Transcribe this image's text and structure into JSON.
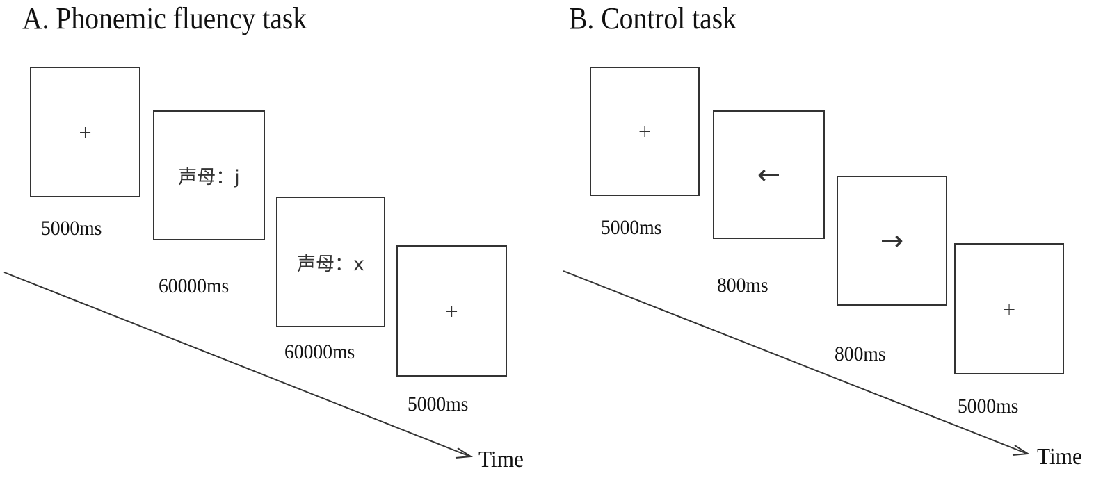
{
  "panel_a": {
    "title": "A. Phonemic fluency task",
    "screens": [
      {
        "stimulus": "+",
        "duration": "5000ms"
      },
      {
        "stimulus": "声母：j",
        "duration": "60000ms"
      },
      {
        "stimulus": "声母：x",
        "duration": "60000ms"
      },
      {
        "stimulus": "+",
        "duration": "5000ms"
      }
    ],
    "axis_label": "Time"
  },
  "panel_b": {
    "title": "B. Control task",
    "screens": [
      {
        "stimulus": "+",
        "duration": "5000ms"
      },
      {
        "stimulus": "←",
        "duration": "800ms"
      },
      {
        "stimulus": "→",
        "duration": "800ms"
      },
      {
        "stimulus": "+",
        "duration": "5000ms"
      }
    ],
    "axis_label": "Time"
  }
}
